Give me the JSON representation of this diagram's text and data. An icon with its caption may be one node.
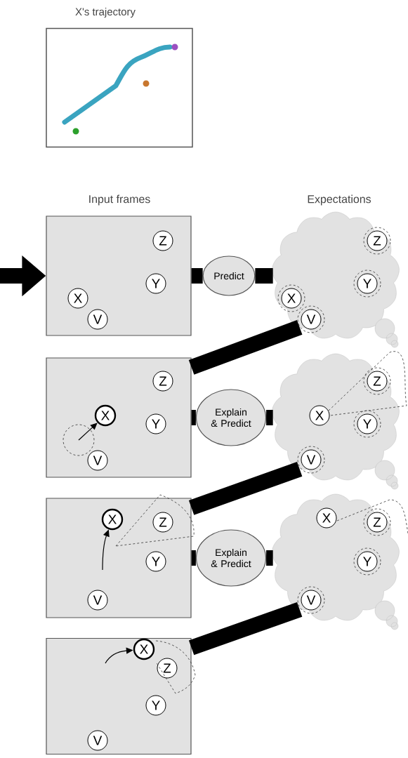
{
  "diagram": {
    "nodes": [
      {
        "text": [
          "X's trajectory"
        ]
      },
      {
        "text": [],
        "shape": "box"
      },
      {
        "text": [
          "Z"
        ],
        "in": 1
      },
      {
        "text": [
          "Y"
        ],
        "in": 1
      },
      {
        "text": [
          "X"
        ],
        "in": 1
      },
      {
        "text": [
          "V"
        ],
        "in": 1
      },
      {
        "text": [
          "Predict"
        ]
      },
      {
        "text": [],
        "shape": "cloud"
      },
      {
        "text": [
          "Z"
        ],
        "in": 7
      },
      {
        "text": [
          "Y"
        ],
        "in": 7
      },
      {
        "text": [
          "X"
        ],
        "in": 7
      },
      {
        "text": [
          "V"
        ],
        "in": 7
      },
      {
        "text": [],
        "shape": "box"
      },
      {
        "text": [
          "Z"
        ],
        "in": 12
      },
      {
        "text": [
          "X"
        ],
        "in": 12
      },
      {
        "text": [
          "Y"
        ],
        "in": 12
      },
      {
        "text": [],
        "shape": "circle",
        "in": 12
      },
      {
        "text": [
          "V"
        ],
        "in": 12
      },
      {
        "text": [
          "Explain & Predict"
        ]
      },
      {
        "text": [],
        "shape": "cloud"
      },
      {
        "text": [
          "Z"
        ],
        "in": 19
      },
      {
        "text": [
          "X"
        ],
        "in": 19
      },
      {
        "text": [
          "Y"
        ],
        "in": 19
      },
      {
        "text": [
          "V"
        ],
        "in": 19
      },
      {
        "text": [],
        "shape": "box"
      },
      {
        "text": [
          "X"
        ],
        "in": 24
      },
      {
        "text": [
          "Z"
        ],
        "in": 24
      },
      {
        "text": [
          "Y"
        ],
        "in": 24
      },
      {
        "text": [
          "V"
        ],
        "in": 24
      },
      {
        "text": [
          "Explain & Predict"
        ]
      },
      {
        "text": [],
        "shape": "cloud"
      },
      {
        "text": [
          "X"
        ],
        "in": 30
      },
      {
        "text": [
          "Z"
        ],
        "in": 30
      },
      {
        "text": [
          "Y"
        ],
        "in": 30
      },
      {
        "text": [
          "V"
        ],
        "in": 30
      },
      {
        "text": [],
        "shape": "box"
      },
      {
        "text": [
          "X"
        ],
        "in": 35
      },
      {
        "text": [
          "Z"
        ],
        "in": 35
      },
      {
        "text": [
          "Y"
        ],
        "in": 35
      },
      {
        "text": [
          "V"
        ],
        "in": 35
      }
    ],
    "edges": [
      {
        "from": null,
        "to": 1,
        "arrow": "to"
      },
      {
        "from": 1,
        "to": 6,
        "arrow": "none"
      },
      {
        "from": 6,
        "to": 7,
        "arrow": "none"
      },
      {
        "from": 7,
        "to": 12,
        "arrow": "none"
      },
      {
        "from": 12,
        "to": 18,
        "arrow": "none"
      },
      {
        "from": 18,
        "to": 19,
        "arrow": "none"
      },
      {
        "from": 19,
        "to": 24,
        "arrow": "none"
      },
      {
        "from": 24,
        "to": 29,
        "arrow": "none"
      },
      {
        "from": 29,
        "to": 30,
        "arrow": "none"
      },
      {
        "from": 30,
        "to": 35,
        "arrow": "none"
      }
    ],
    "labels": [
      "Input frames",
      "Expectations"
    ]
  }
}
